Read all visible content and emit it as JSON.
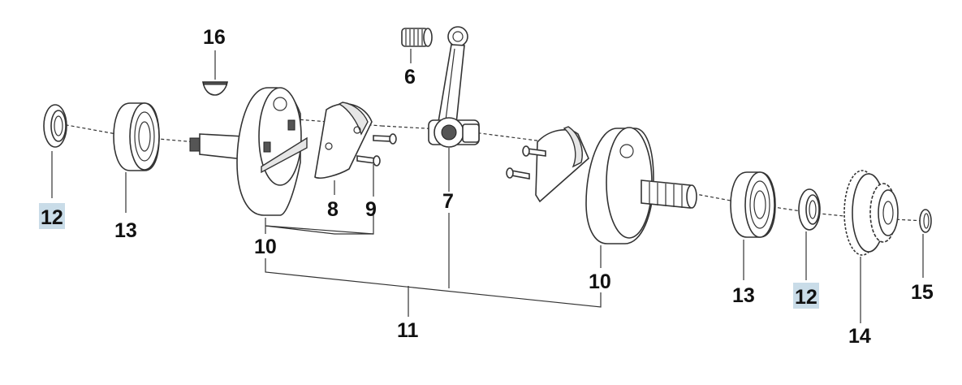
{
  "labels": {
    "seal_left": "12",
    "bearing_left": "13",
    "key": "16",
    "flywheel_left": "10",
    "cover_plate": "8",
    "screw": "9",
    "needle_bearing": "6",
    "conrod": "7",
    "crankshaft_assembly": "11",
    "flywheel_right": "10",
    "bearing_right": "13",
    "seal_right": "12",
    "gear": "14",
    "circlip": "15"
  },
  "highlighted_labels": [
    "seal_left",
    "seal_right"
  ],
  "colors": {
    "highlight": "#c9dce8",
    "line": "#333333",
    "text": "#111111"
  }
}
